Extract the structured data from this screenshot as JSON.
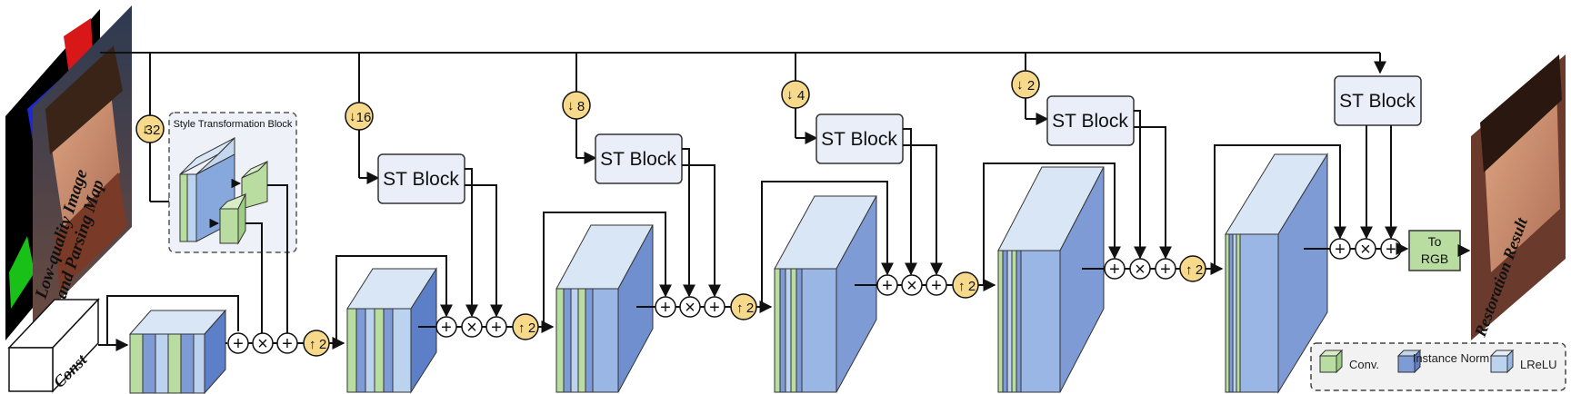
{
  "diagram": {
    "input_label_line1": "Low-quality Image",
    "input_label_line2": "and Parsing Map",
    "output_label": "Restoration Result",
    "const_label": "Const",
    "stb_title": "Style Transformation Block",
    "st_block_label": "ST Block",
    "to_rgb_line1": "To",
    "to_rgb_line2": "RGB",
    "downsample_factors": [
      "32",
      "16",
      "8",
      "4",
      "2"
    ],
    "upsample_factor": "2",
    "ops": {
      "add": "+",
      "mul": "×"
    },
    "legend": [
      {
        "label": "Conv.",
        "color": "#b9dca0"
      },
      {
        "label": "Instance Norm",
        "color": "#7f9bd6"
      },
      {
        "label": "LReLU",
        "color": "#bcd3ef"
      }
    ],
    "colors": {
      "conv": "#b9dca0",
      "norm": "#7f9bd6",
      "lrelu": "#bcd3ef",
      "badge": "#f7d98c",
      "st_block_fill": "#e9eef8",
      "stb_panel": "#eef1f8",
      "to_rgb": "#b9dca0"
    }
  }
}
